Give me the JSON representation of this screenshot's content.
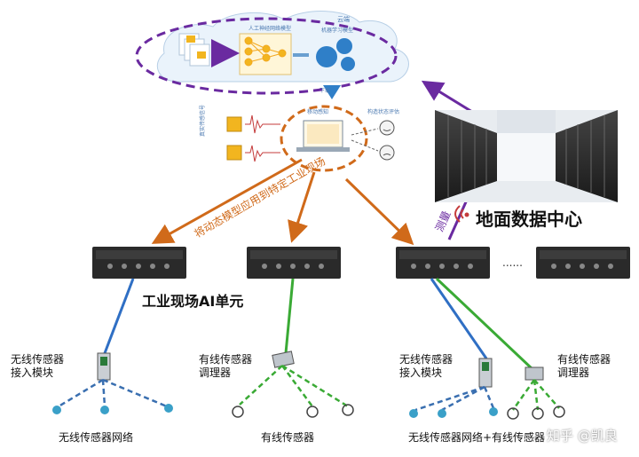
{
  "cloud": {
    "title": "云端",
    "ai_module_label": "人工神经网络模型",
    "model_label": "机器学习模型",
    "download_label": "下载"
  },
  "edge": {
    "module_label": "移动感知",
    "input_label": "真实传感信号",
    "status_label": "构造状态评估"
  },
  "arrows": {
    "deploy_text": "将动态模型应用到特定工业现场",
    "upload_text": "测量"
  },
  "datacenter": {
    "label": "地面数据中心"
  },
  "ai_unit": {
    "label": "工业现场AI单元"
  },
  "ellipsis": "......",
  "labels": {
    "wireless_access": "无线传感器\n接入模块",
    "wired_conditioner_1": "有线传感器\n调理器",
    "wireless_access_2": "无线传感器\n接入模块",
    "wired_conditioner_2": "有线传感器\n调理器",
    "bottom_wireless": "无线传感器网络",
    "bottom_wired": "有线传感器",
    "bottom_mixed": "无线传感器网络+有线传感器"
  },
  "watermark": "知乎 @凯良",
  "colors": {
    "purple": "#6a2aa0",
    "orange": "#d06a1a",
    "blue": "#2f6fc4",
    "green": "#3aaa35",
    "node_blue": "#3aa0c8"
  }
}
